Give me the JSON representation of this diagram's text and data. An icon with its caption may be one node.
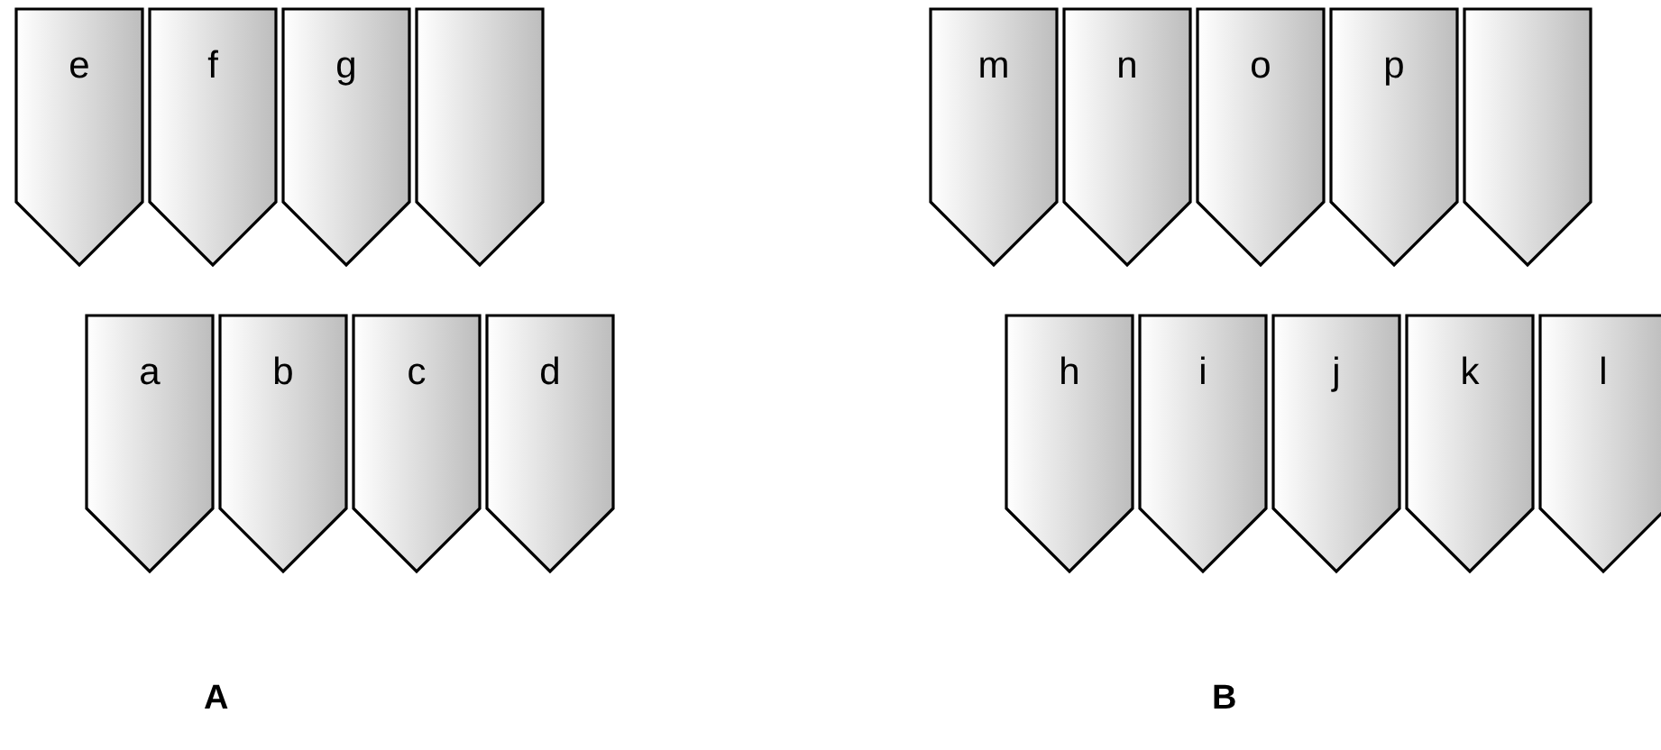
{
  "diagram": {
    "nodes": [
      {
        "text": [
          "e"
        ]
      },
      {
        "text": [
          "f"
        ]
      },
      {
        "text": [
          "g"
        ]
      },
      {
        "text": [],
        "shape": "pentagon"
      },
      {
        "text": [
          "m"
        ]
      },
      {
        "text": [
          "n"
        ]
      },
      {
        "text": [
          "o"
        ]
      },
      {
        "text": [
          "p"
        ]
      },
      {
        "text": [],
        "shape": "pentagon"
      },
      {
        "text": [
          "a"
        ]
      },
      {
        "text": [
          "b"
        ]
      },
      {
        "text": [
          "c"
        ]
      },
      {
        "text": [
          "d"
        ]
      },
      {
        "text": [
          "h"
        ]
      },
      {
        "text": [
          "i"
        ]
      },
      {
        "text": [
          "j"
        ]
      },
      {
        "text": [
          "k"
        ]
      },
      {
        "text": [
          "l"
        ]
      }
    ],
    "labels": [
      "A",
      "B"
    ]
  }
}
